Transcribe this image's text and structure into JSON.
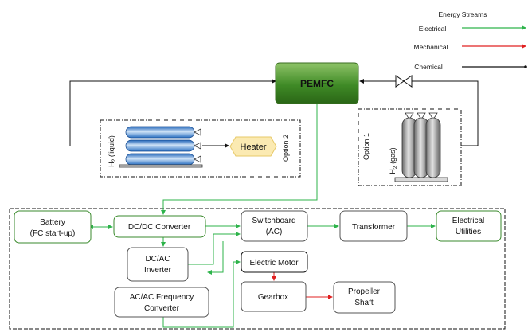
{
  "legend": {
    "title": "Energy Streams",
    "electrical": "Electrical",
    "mechanical": "Mechanical",
    "chemical": "Chemical",
    "colors": {
      "electrical": "#2db34a",
      "mechanical": "#e02020",
      "chemical": "#111111"
    }
  },
  "pemfc": {
    "label": "PEMFC"
  },
  "option2": {
    "label": "Option 2",
    "tank_label_main": "H",
    "tank_label_sub": "2",
    "tank_label_rest": " (liquid)",
    "heater": "Heater"
  },
  "option1": {
    "label": "Option 1",
    "tank_label_main": "H",
    "tank_label_sub": "2",
    "tank_label_rest": " (gas)"
  },
  "boxes": {
    "battery_line1": "Battery",
    "battery_line2": "(FC start-up)",
    "dcdc": "DC/DC Converter",
    "dcac_line1": "DC/AC",
    "dcac_line2": "Inverter",
    "acac_line1": "AC/AC Frequency",
    "acac_line2": "Converter",
    "switchboard_line1": "Switchboard",
    "switchboard_line2": "(AC)",
    "motor": "Electric Motor",
    "gearbox": "Gearbox",
    "transformer": "Transformer",
    "utilities_line1": "Electrical",
    "utilities_line2": "Utilities",
    "propeller_line1": "Propeller",
    "propeller_line2": "Shaft"
  }
}
